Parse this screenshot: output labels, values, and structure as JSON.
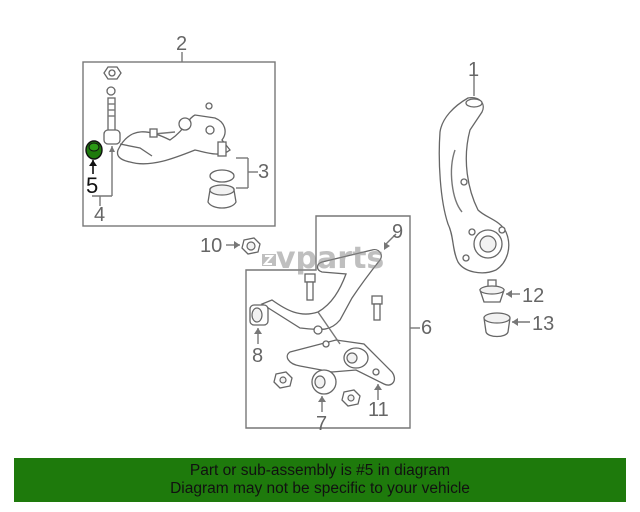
{
  "callouts": {
    "c1": "1",
    "c2": "2",
    "c3": "3",
    "c4": "4",
    "c5": "5",
    "c6": "6",
    "c7": "7",
    "c8": "8",
    "c9": "9",
    "c10": "10",
    "c11": "11",
    "c12": "12",
    "c13": "13"
  },
  "watermark": {
    "text": "vparts"
  },
  "highlight": {
    "part_number": "5",
    "color": "#1e7a0c"
  },
  "banner": {
    "line1": "Part or sub-assembly is #5 in diagram",
    "line2": "Diagram may not be specific to your vehicle",
    "background": "#1e7a0c"
  }
}
